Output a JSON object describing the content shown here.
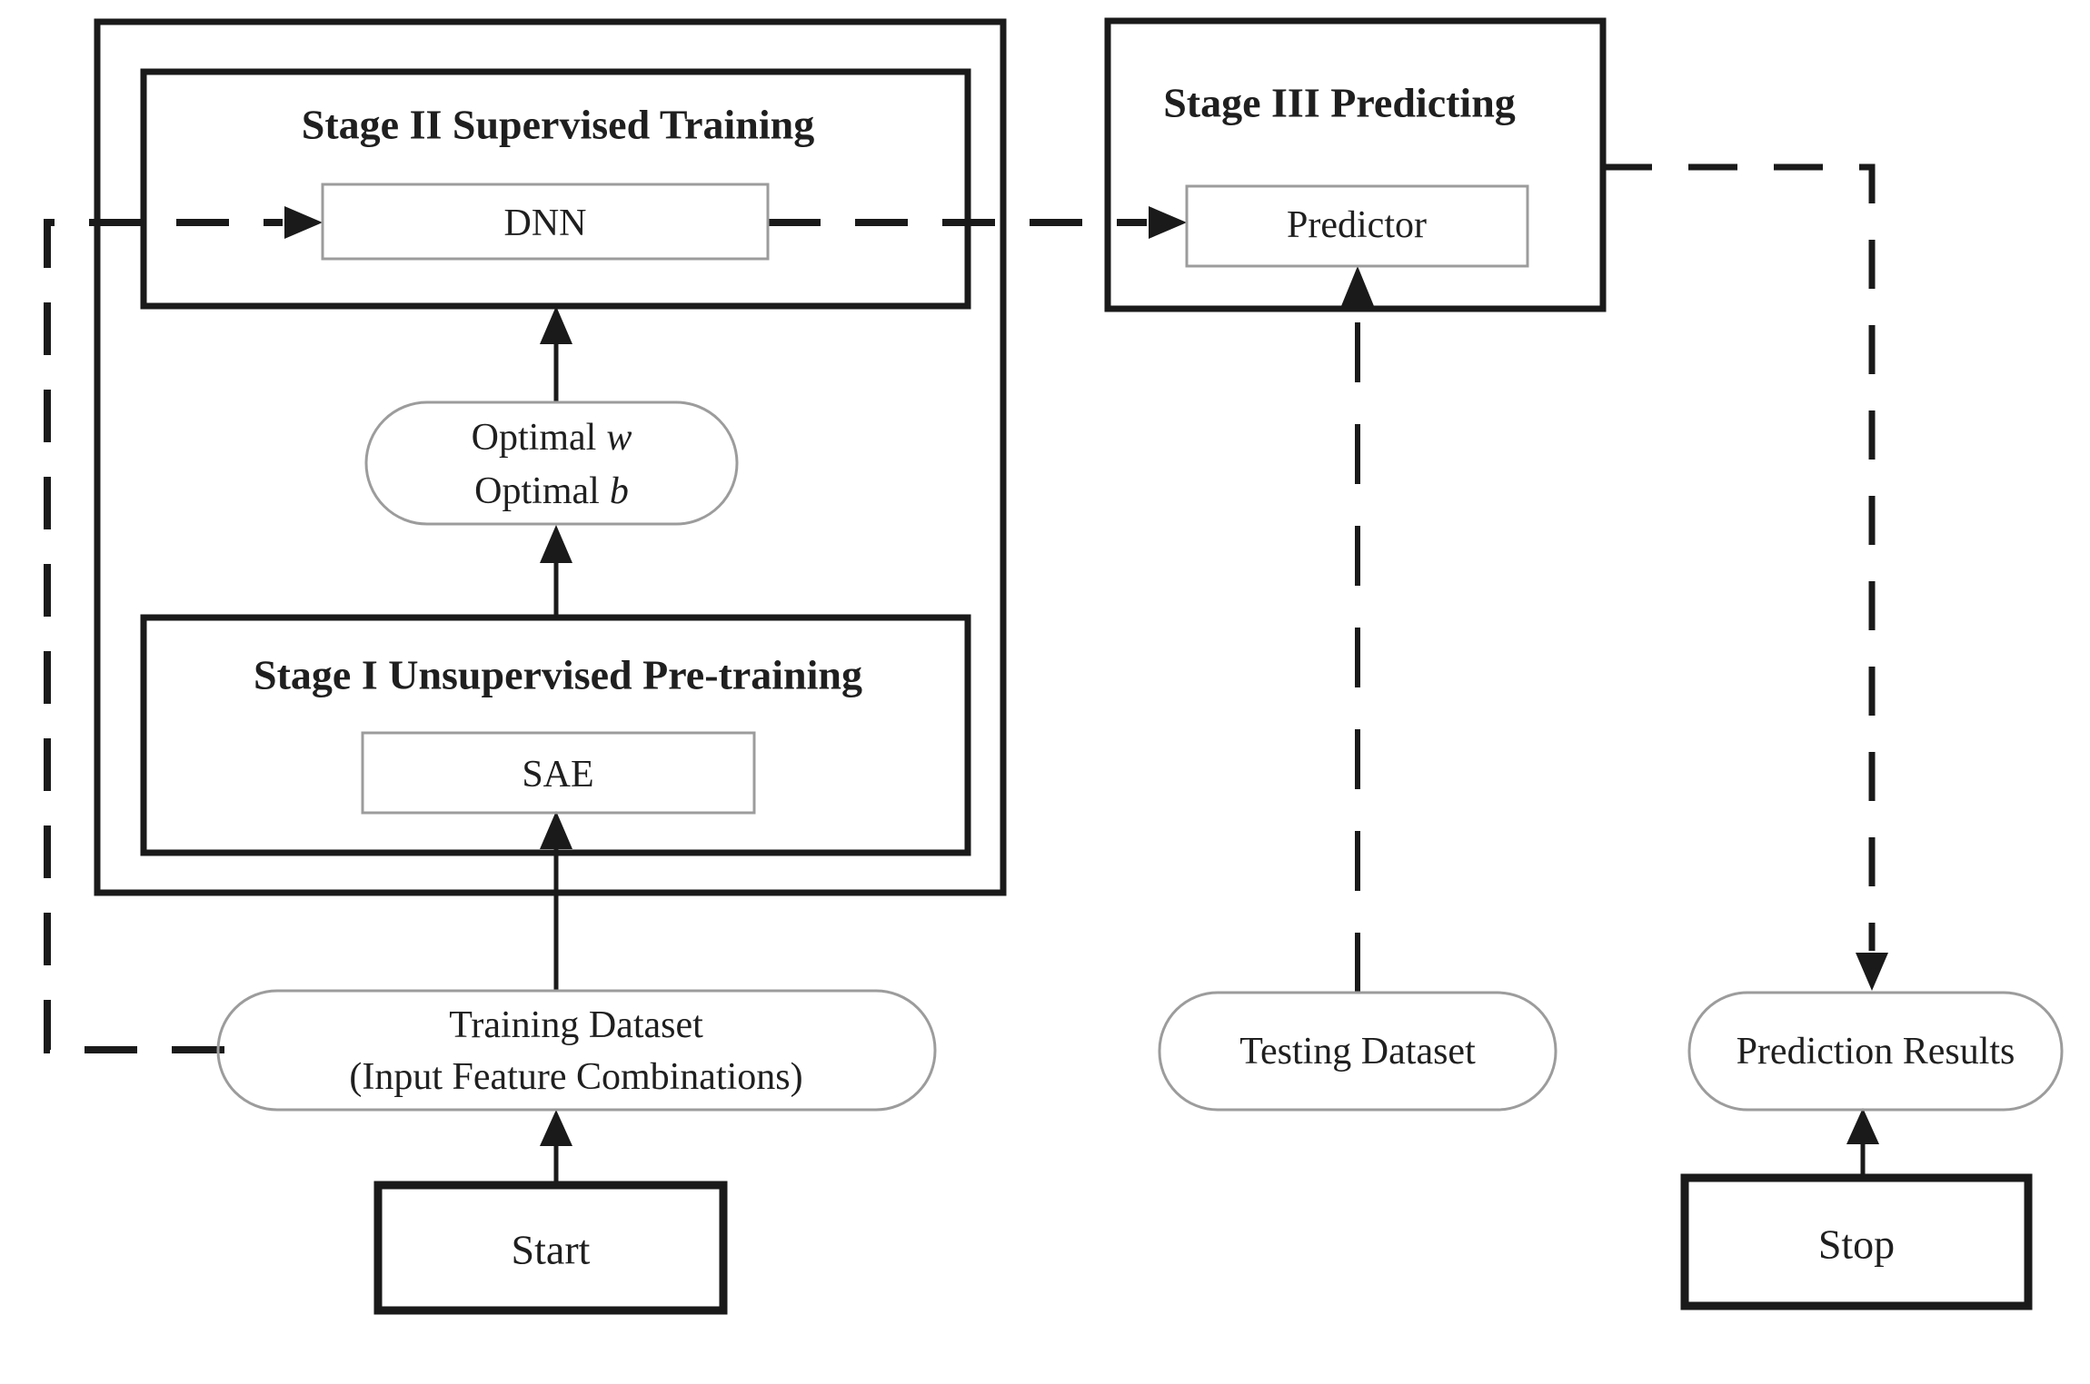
{
  "diagram": {
    "colors": {
      "background": "#ffffff",
      "line": "#1a1a1a",
      "thin_border": "#9c9c9c",
      "text": "#1f1f1f"
    },
    "stage2": {
      "title": "Stage II Supervised Training",
      "node": "DNN"
    },
    "stage1": {
      "title": "Stage I Unsupervised Pre-training",
      "node": "SAE"
    },
    "stage3": {
      "title": "Stage III Predicting",
      "node": "Predictor"
    },
    "optimal": {
      "line1": "Optimal",
      "line1_var": "w",
      "line2": "Optimal",
      "line2_var": "b"
    },
    "training_dataset": {
      "line1": "Training Dataset",
      "line2": "(Input Feature Combinations)"
    },
    "testing_dataset": {
      "label": "Testing Dataset"
    },
    "prediction_results": {
      "label": "Prediction Results"
    },
    "start": {
      "label": "Start"
    },
    "stop": {
      "label": "Stop"
    }
  }
}
